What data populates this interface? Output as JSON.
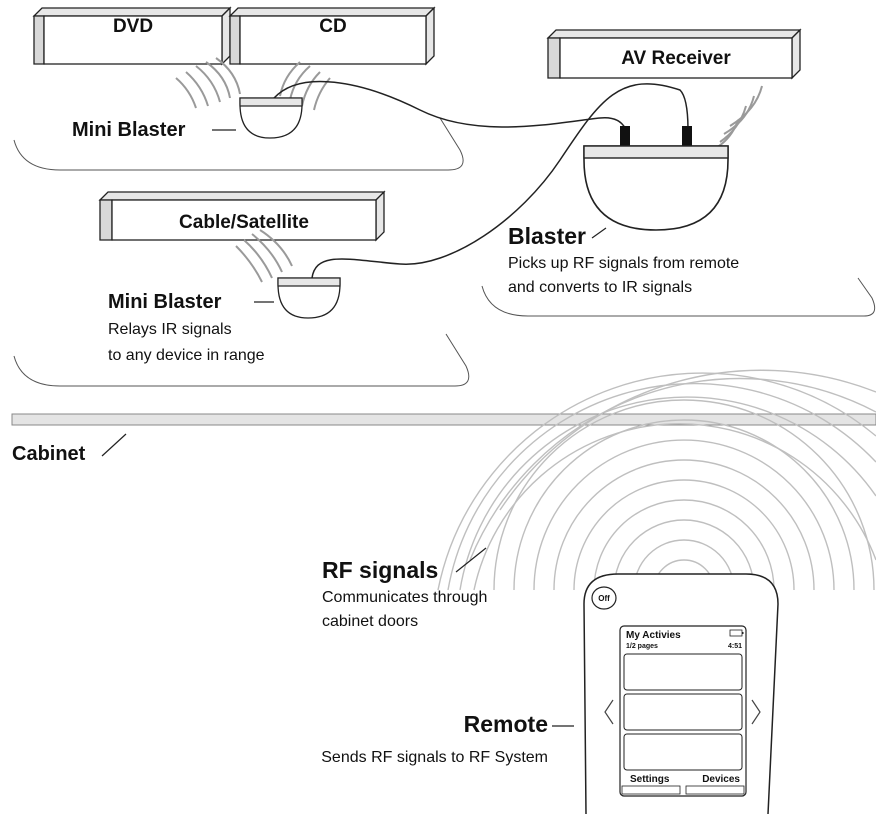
{
  "devices": {
    "dvd": "DVD",
    "cd": "CD",
    "av_receiver": "AV Receiver",
    "cable_satellite": "Cable/Satellite"
  },
  "callouts": {
    "mini_blaster_top": "Mini Blaster",
    "mini_blaster_bottom": "Mini Blaster",
    "mini_blaster_desc_1": "Relays IR signals",
    "mini_blaster_desc_2": "to any device in range",
    "blaster": "Blaster",
    "blaster_desc_1": "Picks up RF signals from remote",
    "blaster_desc_2": "and converts to IR signals",
    "cabinet": "Cabinet",
    "rf_signals": "RF signals",
    "rf_desc_1": "Communicates through",
    "rf_desc_2": "cabinet doors",
    "remote": "Remote",
    "remote_desc": "Sends RF signals to RF System"
  },
  "remote_screen": {
    "off_button": "Off",
    "title": "My Activies",
    "pages": "1/2 pages",
    "time": "4:51",
    "settings": "Settings",
    "devices": "Devices"
  }
}
